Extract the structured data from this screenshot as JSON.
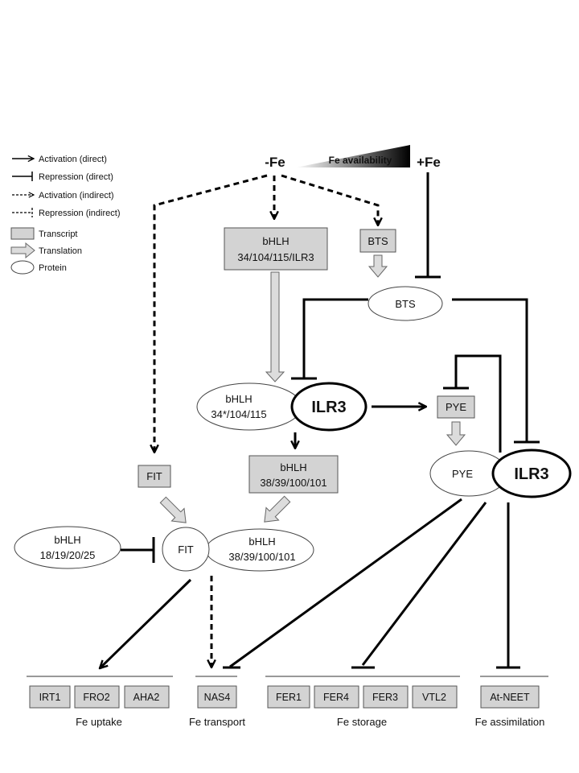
{
  "legend": {
    "activation_direct": "Activation (direct)",
    "repression_direct": "Repression (direct)",
    "activation_indirect": "Activation (indirect)",
    "repression_indirect": "Repression (indirect)",
    "transcript": "Transcript",
    "translation": "Translation",
    "protein": "Protein"
  },
  "top": {
    "minus_fe": "-Fe",
    "plus_fe": "+Fe",
    "fe_availability": "Fe availability"
  },
  "transcripts": {
    "bhlh_a_line1": "bHLH",
    "bhlh_a_line2": "34/104/115/ILR3",
    "bts": "BTS",
    "pye": "PYE",
    "fit": "FIT",
    "bhlh_b_line1": "bHLH",
    "bhlh_b_line2": "38/39/100/101"
  },
  "proteins": {
    "bts": "BTS",
    "bhlh_a_line1": "bHLH",
    "bhlh_a_line2": "34*/104/115",
    "ilr3": "ILR3",
    "pye": "PYE",
    "ilr3_2": "ILR3",
    "bhlh_c_line1": "bHLH",
    "bhlh_c_line2": "18/19/20/25",
    "fit": "FIT",
    "bhlh_b_line1": "bHLH",
    "bhlh_b_line2": "38/39/100/101"
  },
  "targets": {
    "uptake": {
      "genes": [
        "IRT1",
        "FRO2",
        "AHA2"
      ],
      "label": "Fe uptake"
    },
    "transport": {
      "genes": [
        "NAS4"
      ],
      "label": "Fe transport"
    },
    "storage": {
      "genes": [
        "FER1",
        "FER4",
        "FER3",
        "VTL2"
      ],
      "label": "Fe storage"
    },
    "assimilation": {
      "genes": [
        "At-NEET"
      ],
      "label": "Fe assimilation"
    }
  }
}
